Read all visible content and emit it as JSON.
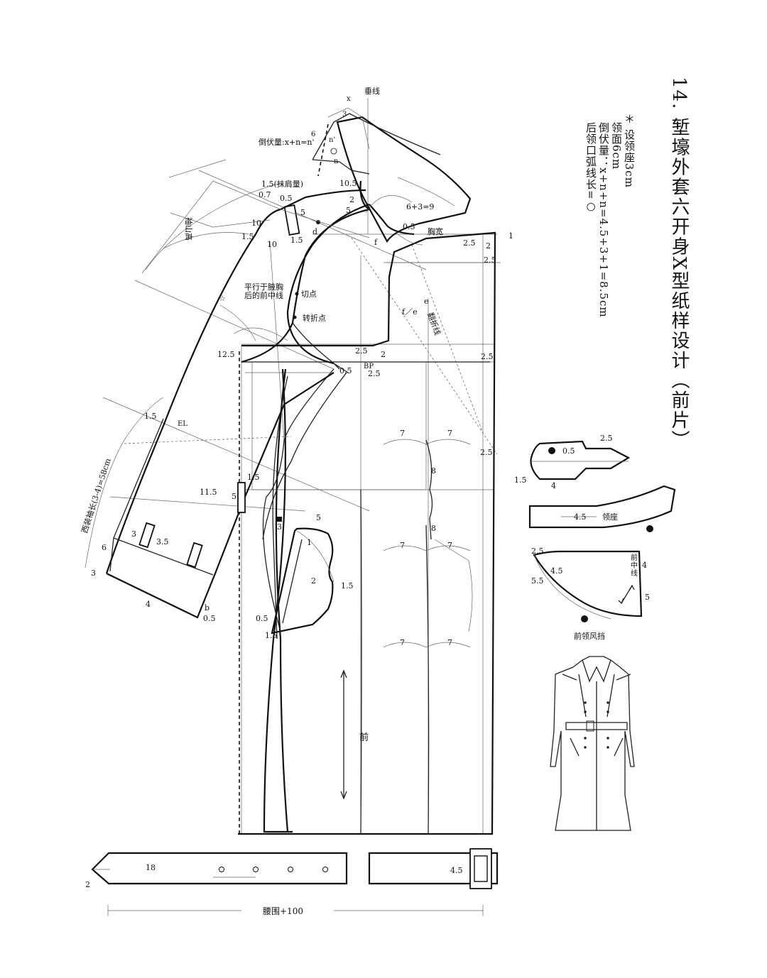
{
  "title": "14. 堑壕外套六开身X型纸样设计（前片）",
  "notes": [
    "＊ 设领座3cm",
    "领面6cm",
    "倒伏量：x+n+n=4.5+3+1=8.5cm",
    "后领口弧线长=○"
  ],
  "labels": {
    "vertical_line": "垂线",
    "x": "x",
    "n_prime": "n'",
    "n": "n",
    "three_a": "3",
    "six_a": "6",
    "collar_drop": "倒伏量:x+n=n'",
    "shoulder_ease": "1.5(抹肩量)",
    "p07": "0.7",
    "p05_shoulder": "0.5",
    "ten_a": "10",
    "ten_b": "10",
    "ten_c": "10.5",
    "two_a": "2",
    "five_a": "5",
    "five_b": "5",
    "sleeve_cap": "袖山高",
    "p15_a": "1.5",
    "p15_b": "1.5",
    "d": "d",
    "six_plus_three": "6+3=9",
    "p05_b": "0.5",
    "chest_w": "胸宽",
    "f": "f",
    "one_r": "1",
    "p25_a": "2.5",
    "two_b": "2",
    "p25_b": "2.5",
    "parallel_note_1": "平行于腋胸",
    "parallel_note_2": "后的前中线",
    "cut_point": "切点",
    "turn_point": "转折点",
    "f_eq_e": "f／e",
    "e": "e",
    "lapel_line": "翻折线",
    "star": "☆",
    "p125": "12.5",
    "p25_c": "2.5",
    "two_c": "2",
    "p25_d": "2.5",
    "p05_c": "0.5",
    "bp": "BP",
    "p25_e": "2.5",
    "seven_1": "7",
    "seven_2": "7",
    "p25_f": "2.5",
    "eight_1": "8",
    "p15_c": "1.5",
    "el": "EL",
    "sleeve_len": "西装袖长(3-4)=58cm",
    "p15_d": "1.5",
    "p115": "11.5",
    "five_c": "5",
    "three_b": "3",
    "five_d": "5",
    "eight_2": "8",
    "seven_3": "7",
    "seven_4": "7",
    "one_p": "1",
    "two_p": "2",
    "p15_e": "1.5",
    "p05_d": "0.5",
    "p15_f": "1.5",
    "three_c": "3",
    "p35": "3.5",
    "six_b": "6",
    "three_d": "3",
    "four_a": "4",
    "b": "b",
    "p05_e": "0.5",
    "seven_5": "7",
    "seven_6": "7",
    "front": "前",
    "tab_p05": "0.5",
    "tab_25": "2.5",
    "tab_15": "1.5",
    "tab_4": "4",
    "stand_45": "4.5",
    "stand_name": "领座",
    "flap_25": "2.5",
    "flap_45": "4.5",
    "flap_55": "5.5",
    "flap_front_center_1": "前",
    "flap_front_center_2": "中",
    "flap_front_center_3": "线",
    "flap_4": "4",
    "flap_5": "5",
    "flap_name": "前领风挡",
    "belt_18": "18",
    "belt_2": "2",
    "belt_45": "4.5",
    "belt_total": "腰围+100"
  }
}
